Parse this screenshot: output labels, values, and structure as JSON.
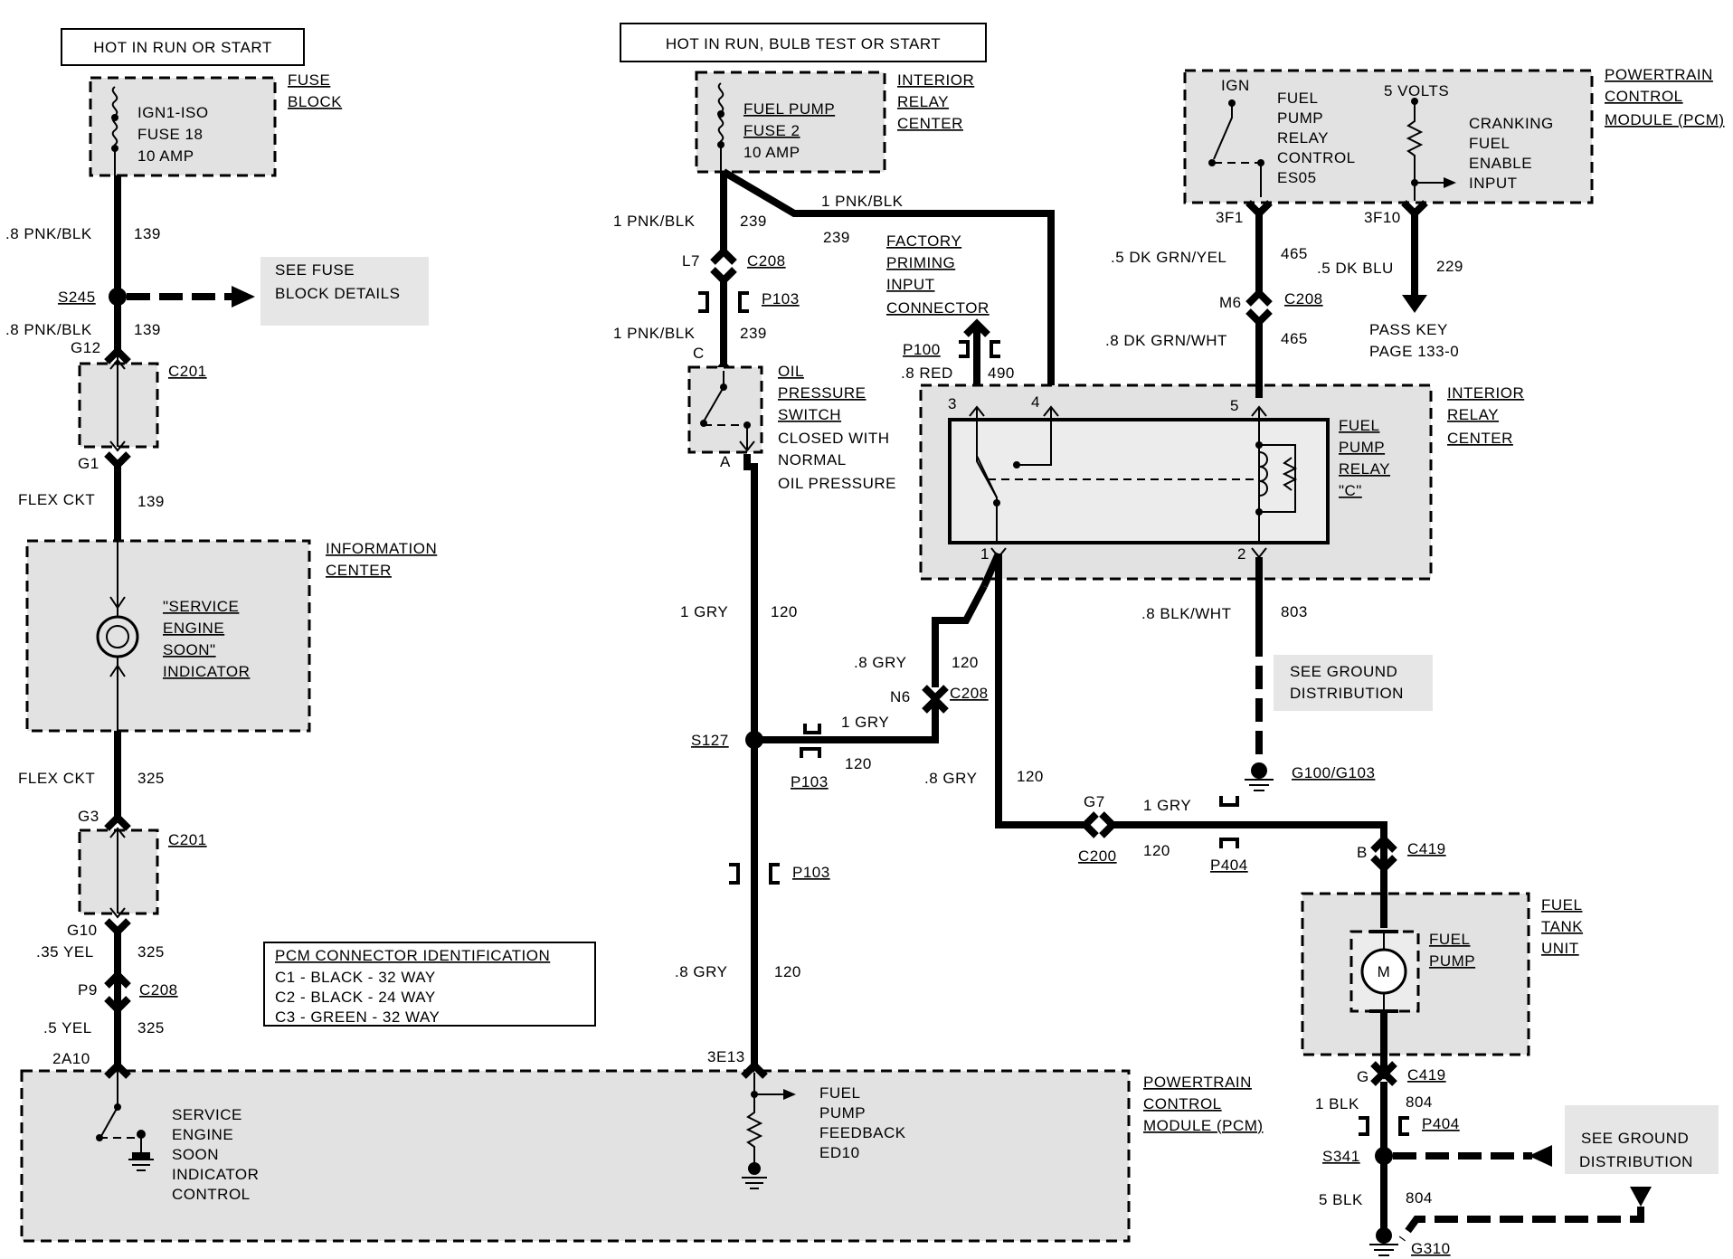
{
  "headers": {
    "left": "HOT IN RUN OR START",
    "center": "HOT IN RUN, BULB TEST OR START"
  },
  "components": {
    "fuse_block": {
      "name": [
        "FUSE",
        "BLOCK"
      ],
      "fuse": [
        "IGN1-ISO",
        "FUSE 18",
        "10 AMP"
      ]
    },
    "interior_relay_top": {
      "name": [
        "INTERIOR",
        "RELAY",
        "CENTER"
      ],
      "fuse": [
        "FUEL PUMP",
        "FUSE 2",
        "10 AMP"
      ]
    },
    "pcm_top": {
      "name": [
        "POWERTRAIN",
        "CONTROL",
        "MODULE (PCM)"
      ],
      "ign": "IGN",
      "relay_control": [
        "FUEL",
        "PUMP",
        "RELAY",
        "CONTROL",
        "ES05"
      ],
      "volts": "5 VOLTS",
      "cranking": [
        "CRANKING",
        "FUEL",
        "ENABLE",
        "INPUT"
      ],
      "pins": [
        "3F1",
        "3F10"
      ]
    },
    "info_center": {
      "name": [
        "INFORMATION",
        "CENTER"
      ],
      "indicator": [
        "\"SERVICE",
        "ENGINE",
        "SOON\"",
        "INDICATOR"
      ]
    },
    "oil_switch": {
      "name": [
        "OIL",
        "PRESSURE",
        "SWITCH"
      ],
      "desc": [
        "CLOSED WITH",
        "NORMAL",
        "OIL PRESSURE"
      ],
      "pins": [
        "C",
        "A"
      ]
    },
    "factory_connector": {
      "name": [
        "FACTORY",
        "PRIMING",
        "INPUT",
        "CONNECTOR"
      ]
    },
    "interior_relay_mid": {
      "name": [
        "INTERIOR",
        "RELAY",
        "CENTER"
      ],
      "relay": [
        "FUEL",
        "PUMP",
        "RELAY",
        "\"C\""
      ],
      "pins": [
        "3",
        "4",
        "5",
        "1",
        "2"
      ]
    },
    "fuel_tank": {
      "name": [
        "FUEL",
        "TANK",
        "UNIT"
      ],
      "pump": [
        "FUEL",
        "PUMP"
      ],
      "motor": "M"
    },
    "pcm_bottom": {
      "name": [
        "POWERTRAIN",
        "CONTROL",
        "MODULE (PCM)"
      ],
      "ses": [
        "SERVICE",
        "ENGINE",
        "SOON",
        "INDICATOR",
        "CONTROL"
      ],
      "feedback": [
        "FUEL",
        "PUMP",
        "FEEDBACK",
        "ED10"
      ],
      "pins": [
        "2A10",
        "3E13"
      ]
    },
    "pcm_id": {
      "title": "PCM CONNECTOR IDENTIFICATION",
      "rows": [
        "C1 - BLACK - 32 WAY",
        "C2 - BLACK - 24 WAY",
        "C3 - GREEN - 32 WAY"
      ]
    }
  },
  "notes": {
    "fuse_details": [
      "SEE FUSE",
      "BLOCK DETAILS"
    ],
    "ground_mid": [
      "SEE GROUND",
      "DISTRIBUTION"
    ],
    "ground_right": [
      "SEE GROUND",
      "DISTRIBUTION"
    ],
    "pass_key": [
      "PASS KEY",
      "PAGE 133-0"
    ]
  },
  "labels": {
    "w139a": ".8 PNK/BLK",
    "n139a": "139",
    "s245": "S245",
    "w139b": ".8 PNK/BLK",
    "n139b": "139",
    "g12": "G12",
    "c201a": "C201",
    "g1": "G1",
    "flex1": "FLEX CKT",
    "n139c": "139",
    "flex2": "FLEX CKT",
    "n325a": "325",
    "g3": "G3",
    "c201b": "C201",
    "g10": "G10",
    "w325b": ".35 YEL",
    "n325b": "325",
    "p9": "P9",
    "c208a": "C208",
    "w325c": ".5 YEL",
    "n325c": "325",
    "w239a": "1 PNK/BLK",
    "n239a": "239",
    "w239t": "1 PNK/BLK",
    "n239t": "239",
    "l7": "L7",
    "c208b": "C208",
    "p103a": "P103",
    "w239b": "1 PNK/BLK",
    "n239b": "239",
    "w120a": "1 GRY",
    "n120a": "120",
    "w120b": ".8 GRY",
    "n120b": "120",
    "n6": "N6",
    "c208c": "C208",
    "s127": "S127",
    "w120c": "1 GRY",
    "n120c": "120",
    "p103b": "P103",
    "p103c": "P103",
    "w120d": ".8 GRY",
    "n120d": "120",
    "w120e": ".8 GRY",
    "n120e": "120",
    "g7": "G7",
    "c200": "C200",
    "w120f": "1 GRY",
    "n120f": "120",
    "p404a": "P404",
    "p100": "P100",
    "w490": ".8 RED",
    "n490": "490",
    "w465a": ".5 DK GRN/YEL",
    "n465a": "465",
    "m6": "M6",
    "c208d": "C208",
    "w465b": ".8 DK GRN/WHT",
    "n465b": "465",
    "w229": ".5 DK BLU",
    "n229": "229",
    "w803": ".8 BLK/WHT",
    "n803": "803",
    "g100": "G100/G103",
    "b": "B",
    "c419a": "C419",
    "g": "G",
    "c419b": "C419",
    "w804a": "1 BLK",
    "n804a": "804",
    "p404b": "P404",
    "s341": "S341",
    "w804b": "5 BLK",
    "n804b": "804",
    "g310": "G310"
  }
}
